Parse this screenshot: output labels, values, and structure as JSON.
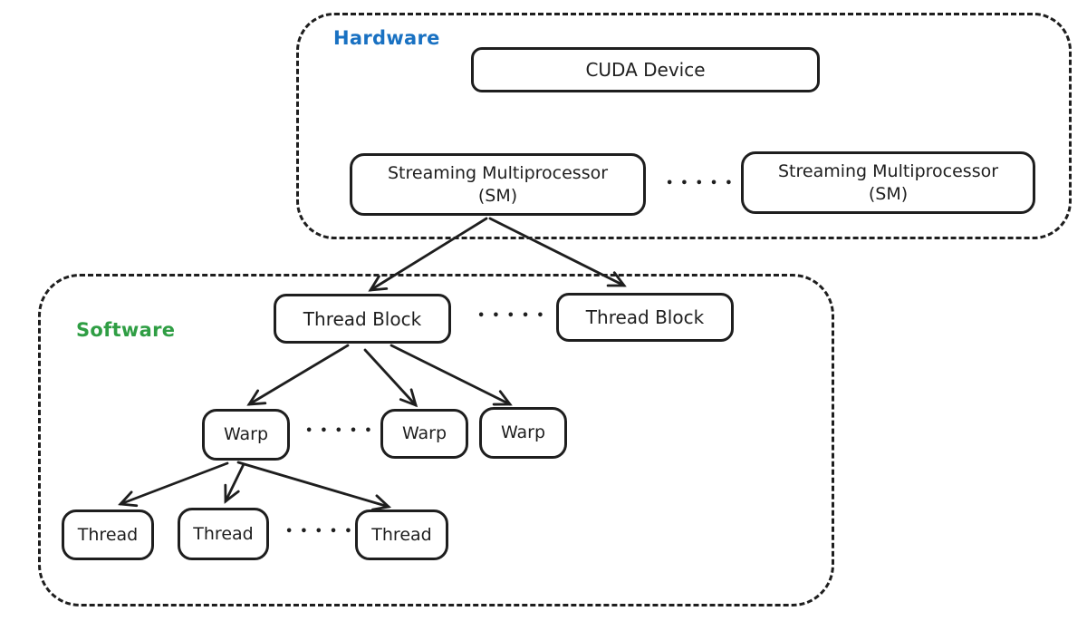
{
  "colors": {
    "stroke": "#1e1e1e",
    "hardware_label": "#1971c2",
    "software_label": "#2f9e44",
    "background": "#ffffff"
  },
  "dots": "•••••",
  "hardware": {
    "label": "Hardware",
    "cuda_device_label": "CUDA Device",
    "sm_left": {
      "line1": "Streaming Multiprocessor",
      "line2": "(SM)"
    },
    "sm_right": {
      "line1": "Streaming Multiprocessor",
      "line2": "(SM)"
    }
  },
  "software": {
    "label": "Software",
    "thread_blocks": [
      "Thread Block",
      "Thread Block"
    ],
    "warps": [
      "Warp",
      "Warp",
      "Warp"
    ],
    "threads": [
      "Thread",
      "Thread",
      "Thread"
    ]
  }
}
